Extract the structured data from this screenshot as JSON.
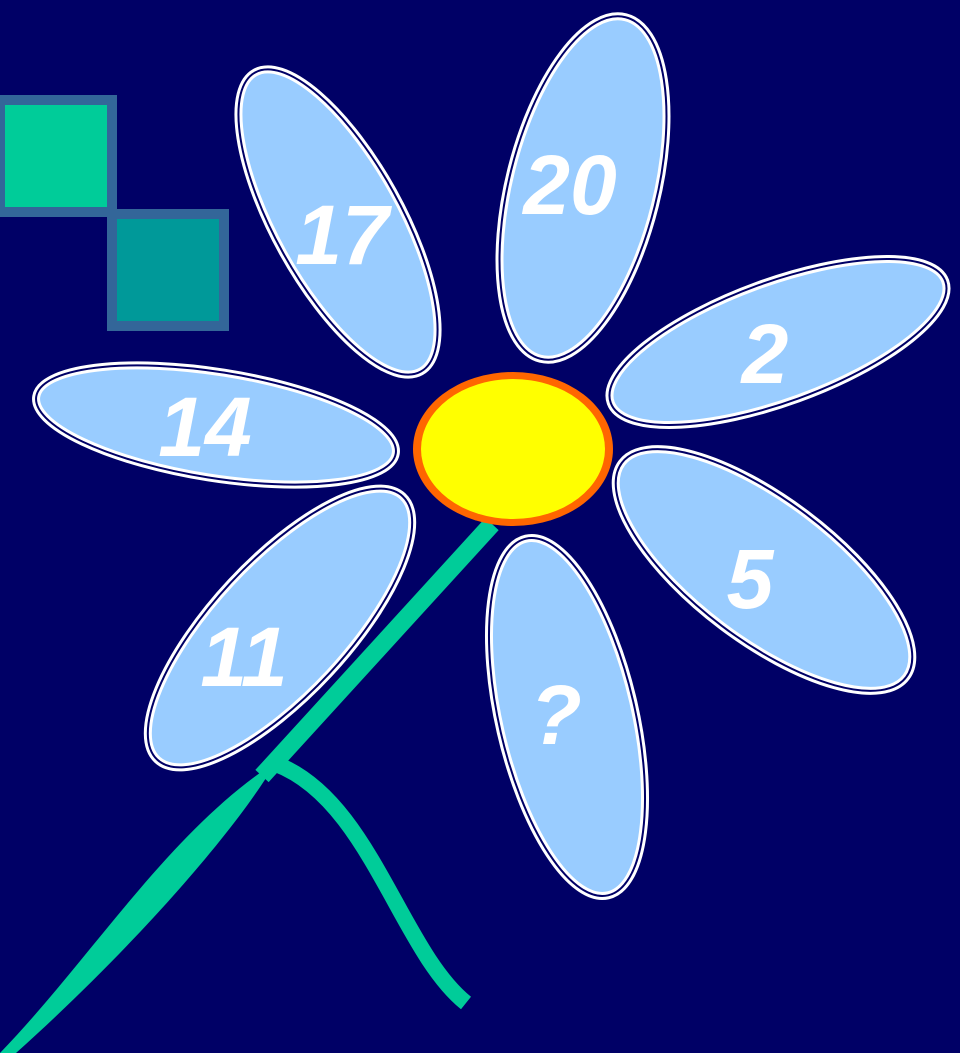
{
  "colors": {
    "background": "#000066",
    "petal_fill": "#99ccff",
    "petal_outline": "#ffffff",
    "center_fill": "#ffff00",
    "center_outline": "#ff6600",
    "stem": "#00cc99",
    "square_primary": "#00cc99",
    "square_secondary": "#009999",
    "square_border": "#336699"
  },
  "petals": [
    {
      "id": "top-left",
      "label": "17"
    },
    {
      "id": "top",
      "label": "20"
    },
    {
      "id": "right-upper",
      "label": "2"
    },
    {
      "id": "right-lower",
      "label": "5"
    },
    {
      "id": "bottom",
      "label": "?"
    },
    {
      "id": "bottom-left",
      "label": "11"
    },
    {
      "id": "left",
      "label": "14"
    }
  ]
}
